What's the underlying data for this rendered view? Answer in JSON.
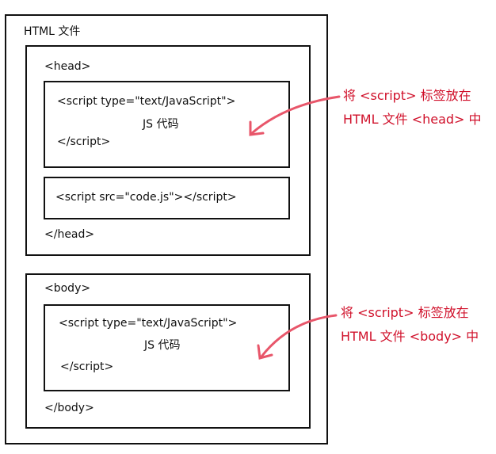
{
  "outer": {
    "title": "HTML 文件"
  },
  "head": {
    "open": "<head>",
    "close": "</head>",
    "inline": {
      "open": "<script type=\"text/JavaScript\">",
      "code": "JS 代码",
      "close": "</script>"
    },
    "external": "<script src=\"code.js\"></script>"
  },
  "body": {
    "open": "<body>",
    "close": "</body>",
    "inline": {
      "open": "<script type=\"text/JavaScript\">",
      "code": "JS 代码",
      "close": "</script>"
    }
  },
  "notes": {
    "head": [
      "将 <script> 标签放在",
      "HTML 文件 <head> 中"
    ],
    "body": [
      "将 <script> 标签放在",
      "HTML 文件 <body> 中"
    ]
  },
  "colors": {
    "arrow": "#e8566a",
    "note": "#d0102a"
  }
}
